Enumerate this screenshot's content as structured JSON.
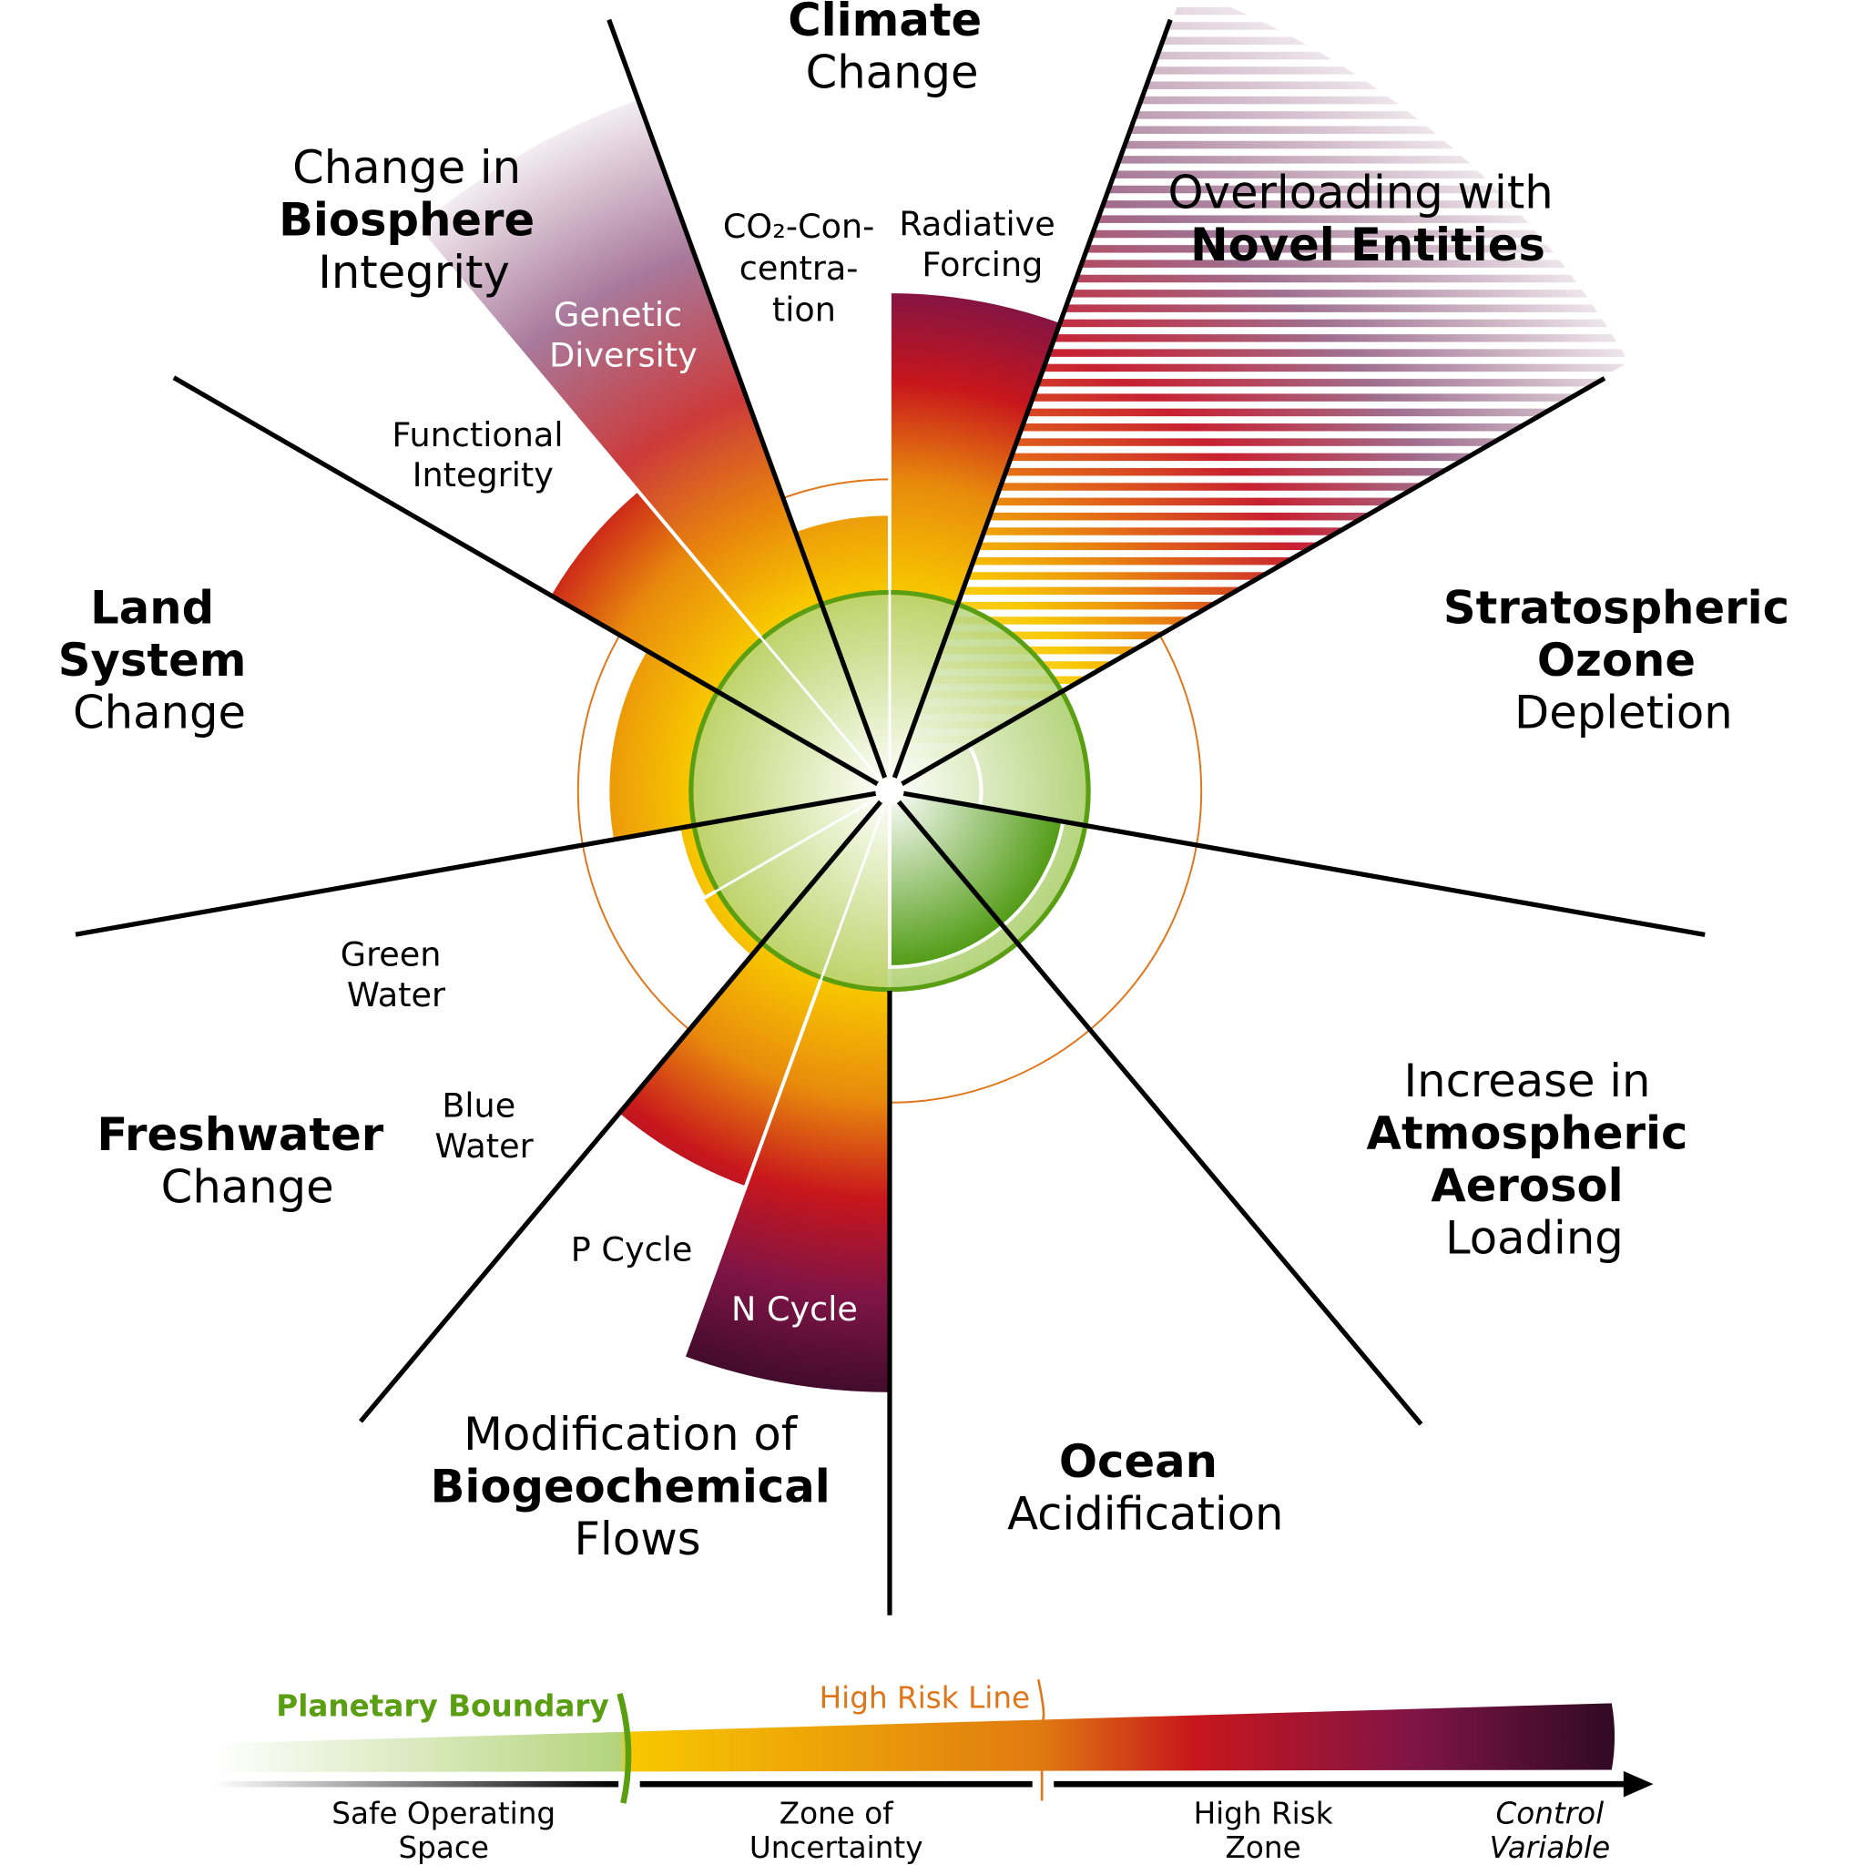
{
  "boundaries": {
    "climate": {
      "line1": "Climate",
      "line2": "Change",
      "sub": {
        "co2": [
          "CO₂-Con-",
          "centra-",
          "tion"
        ],
        "rf": [
          "Radiative",
          "Forcing"
        ]
      }
    },
    "novel": {
      "line1": "Overloading with",
      "line2": "Novel Entities"
    },
    "ozone": {
      "line1": "Stratospheric",
      "line2": "Ozone",
      "line3": "Depletion"
    },
    "aerosol": {
      "line1": "Increase in",
      "line2": "Atmospheric",
      "line3": "Aerosol",
      "line4": "Loading"
    },
    "ocean": {
      "line1": "Ocean",
      "line2": "Acidification"
    },
    "biogeo": {
      "line1": "Modification of",
      "line2": "Biogeochemical",
      "line3": "Flows",
      "sub": {
        "p": "P Cycle",
        "n": "N Cycle"
      }
    },
    "freshwater": {
      "line1": "Freshwater",
      "line2": "Change",
      "sub": {
        "green": [
          "Green",
          "Water"
        ],
        "blue": [
          "Blue",
          "Water"
        ]
      }
    },
    "land": {
      "line1": "Land",
      "line2": "System",
      "line3": "Change"
    },
    "biosphere": {
      "line1": "Change in",
      "line2": "Biosphere",
      "line3": "Integrity",
      "sub": {
        "genetic": [
          "Genetic",
          "Diversity"
        ],
        "functional": [
          "Functional",
          "Integrity"
        ]
      }
    }
  },
  "legend": {
    "planetary_boundary": "Planetary Boundary",
    "high_risk_line": "High Risk Line",
    "safe": [
      "Safe Operating",
      "Space"
    ],
    "uncertainty": [
      "Zone of",
      "Uncertainty"
    ],
    "high_risk": [
      "High Risk",
      "Zone"
    ],
    "control": [
      "Control",
      "Variable"
    ]
  },
  "colors": {
    "boundary_green": "#5a9e12",
    "high_risk_orange": "#e0761a"
  }
}
